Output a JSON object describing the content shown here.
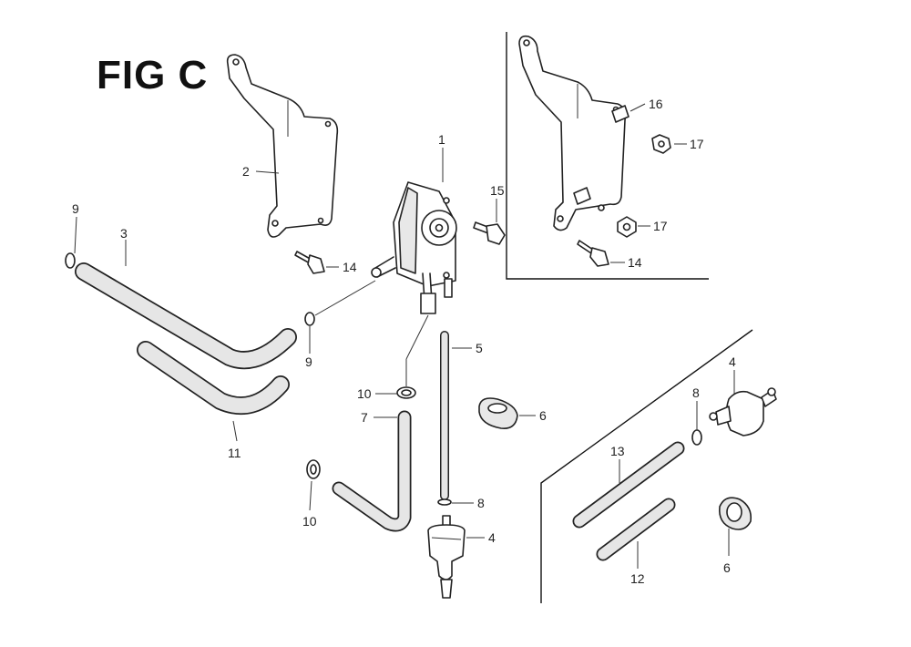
{
  "figure": {
    "title": "FIG C"
  },
  "callouts": {
    "c1": "1",
    "c2": "2",
    "c3": "3",
    "c4a": "4",
    "c4b": "4",
    "c5": "5",
    "c6a": "6",
    "c6b": "6",
    "c7": "7",
    "c8a": "8",
    "c8b": "8",
    "c9a": "9",
    "c9b": "9",
    "c10a": "10",
    "c10b": "10",
    "c11": "11",
    "c12": "12",
    "c13": "13",
    "c14a": "14",
    "c14b": "14",
    "c15": "15",
    "c16": "16",
    "c17a": "17",
    "c17b": "17"
  },
  "colors": {
    "line": "#222222",
    "hose_fill": "#e6e6e6",
    "background": "#ffffff"
  }
}
